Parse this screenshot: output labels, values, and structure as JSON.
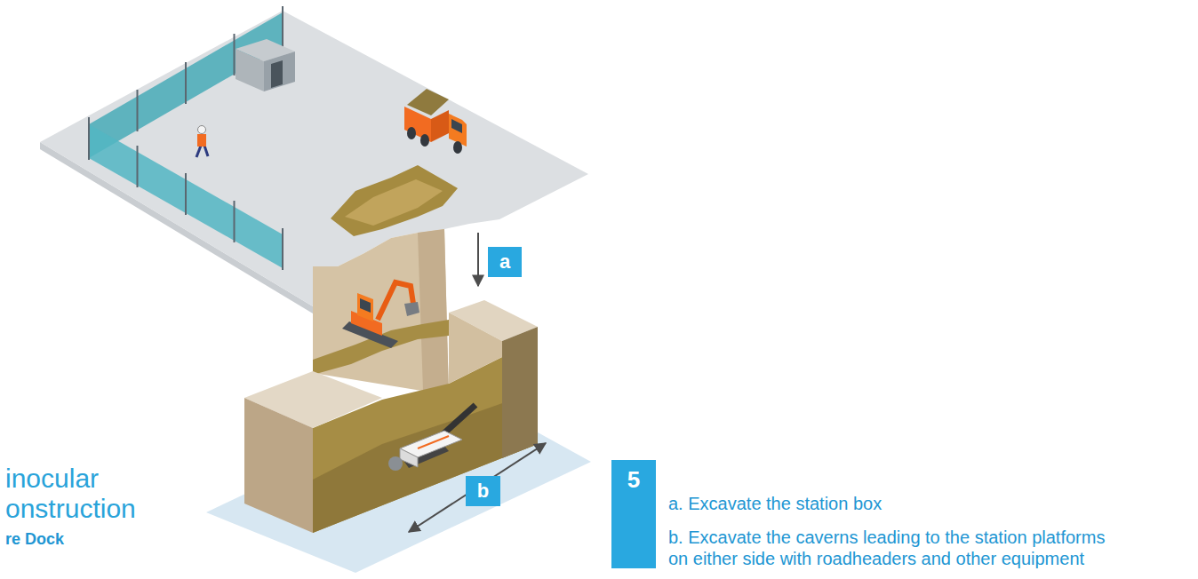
{
  "diagram": {
    "title": "inocular onstruction",
    "nodes": [
      {
        "text": [
          "a"
        ]
      },
      {
        "text": [
          "b"
        ]
      },
      {
        "text": [
          "5"
        ]
      }
    ],
    "labels": [
      "re Dock",
      "a. Excavate the station box",
      "b. Excavate the caverns leading to the station platforms on either side with roadheaders and other equipment"
    ]
  }
}
